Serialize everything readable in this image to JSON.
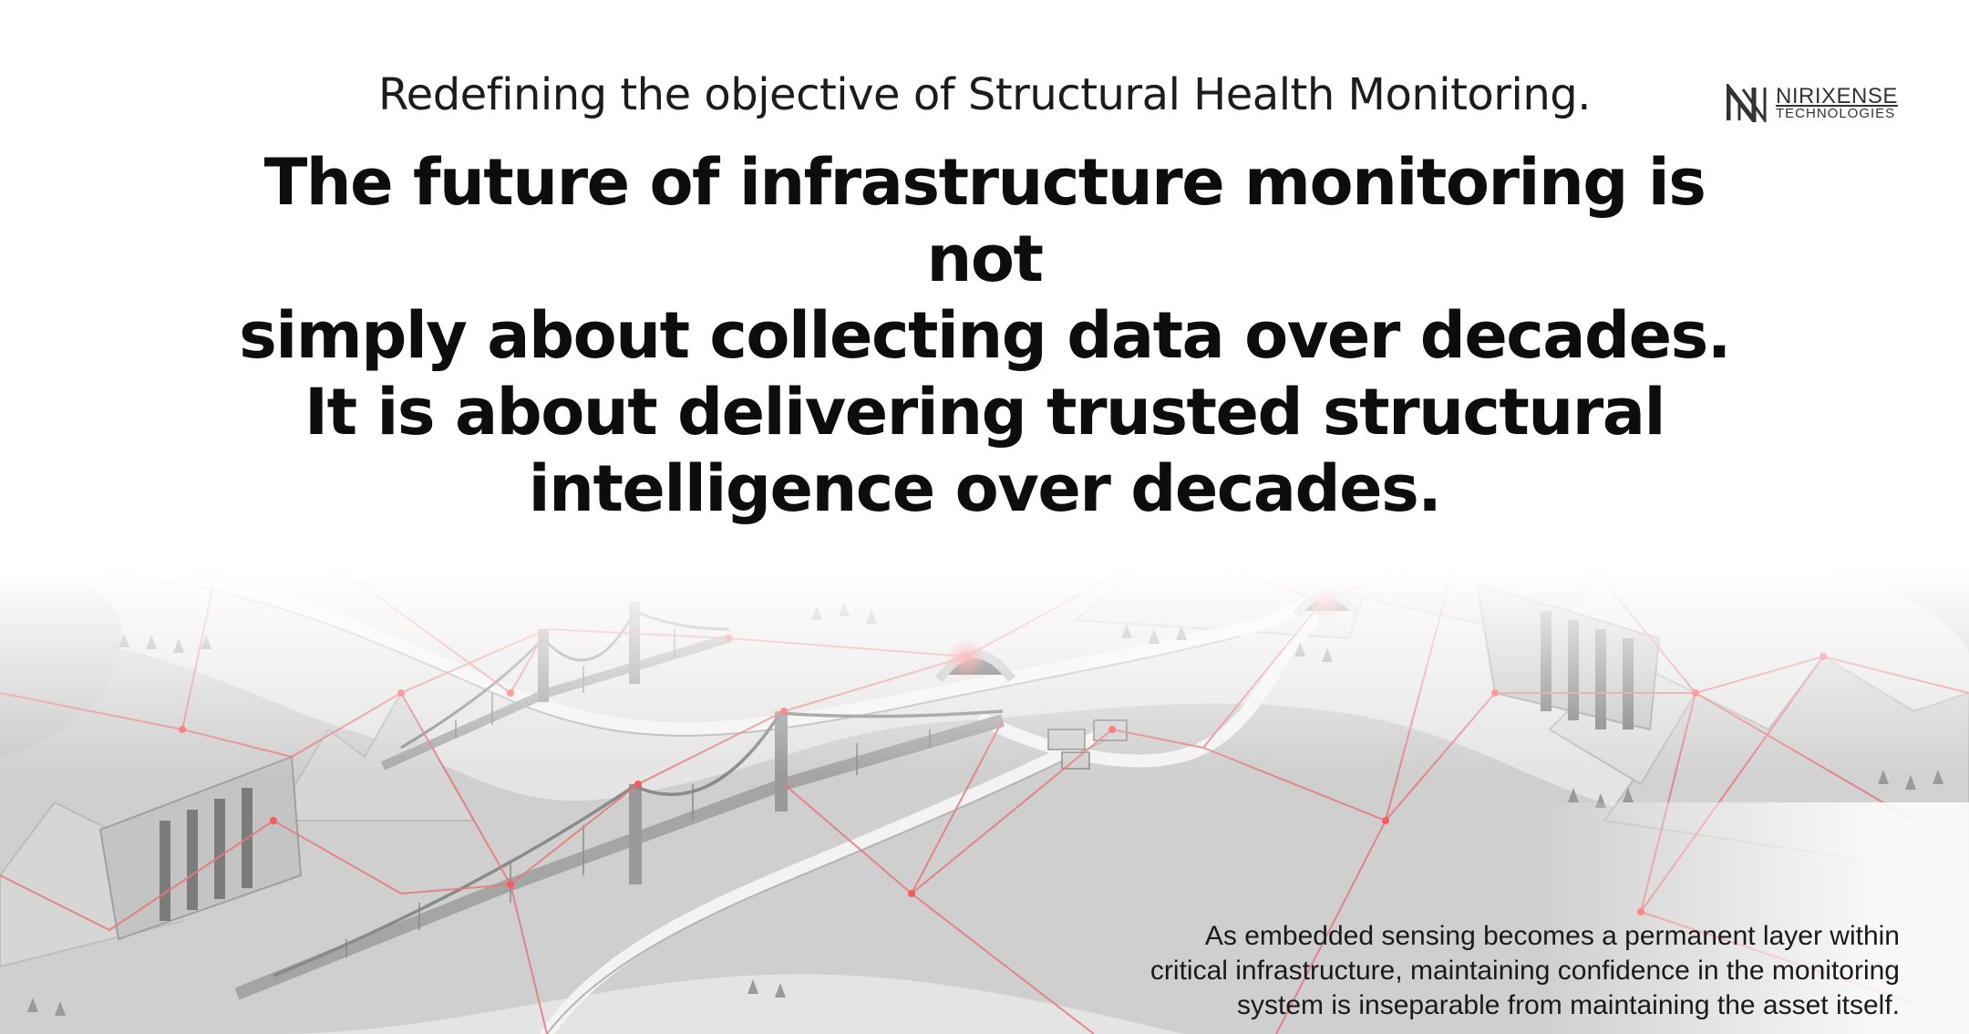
{
  "header": {
    "subtitle": "Redefining the objective of Structural Health Monitoring.",
    "headline_lines": [
      "The future of infrastructure monitoring is not",
      "simply about collecting data over decades.",
      "It is about delivering trusted structural",
      "intelligence over decades."
    ]
  },
  "logo": {
    "name": "NIRIXENSE",
    "subname": "TECHNOLOGIES",
    "icon": "nirixense-n-logo-icon"
  },
  "footer": {
    "caption_lines": [
      "As embedded sensing becomes a permanent layer within",
      "critical infrastructure, maintaining confidence in the monitoring",
      "system is inseparable from maintaining the asset itself."
    ]
  },
  "illustration": {
    "network_color": "#e8787a",
    "terrain_color": "#dcdcdc",
    "water_color": "#d2d2d2"
  }
}
